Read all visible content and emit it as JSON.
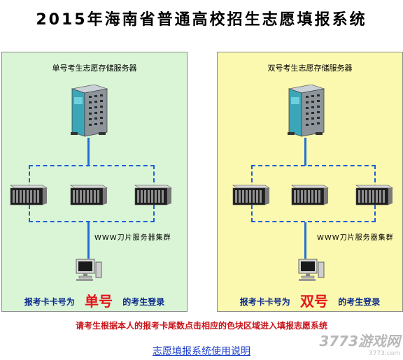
{
  "page": {
    "title": "2015年海南省普通高校招生志愿填报系统",
    "notice": "请考生根据本人的报考卡尾数点击相应的色块区域进入填报志愿系统",
    "help_link": "志愿填报系统使用说明"
  },
  "regions": [
    {
      "server_title": "单号考生志愿存储服务器",
      "cluster_label": "WWW刀片服务器集群",
      "login_prefix": "报考卡卡号为",
      "login_type": "单号",
      "login_suffix": "的考生登录",
      "bg_color": "#d9f5d6"
    },
    {
      "server_title": "双号考生志愿存储服务器",
      "cluster_label": "WWW刀片服务器集群",
      "login_prefix": "报考卡卡号为",
      "login_type": "双号",
      "login_suffix": "的考生登录",
      "bg_color": "#fbf8b0"
    }
  ],
  "watermark": {
    "brand": "3773游戏网",
    "url": "3773.com"
  },
  "colors": {
    "network_line": "#1f6fd6",
    "login_text": "#0b2a8a",
    "highlight": "#e4141b",
    "notice": "#c8141a",
    "link": "#1a3cc8"
  }
}
